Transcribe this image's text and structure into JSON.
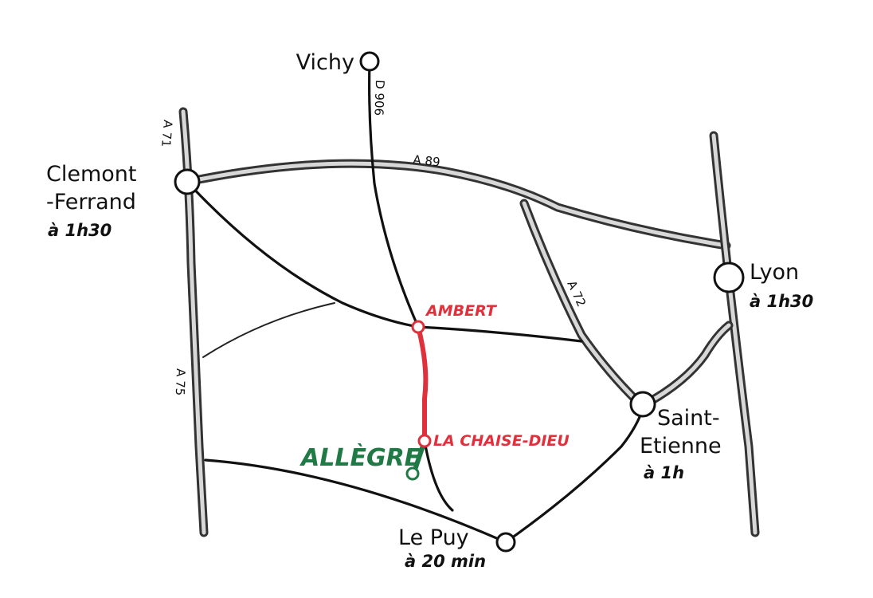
{
  "map": {
    "cities": {
      "vichy": {
        "name": "Vichy"
      },
      "clermont": {
        "name_line1": "Clemont",
        "name_line2": "-Ferrand",
        "time": "à 1h30"
      },
      "lyon": {
        "name": "Lyon",
        "time": "à 1h30"
      },
      "saint_etienne": {
        "name_line1": "Saint-",
        "name_line2": "Etienne",
        "time": "à 1h"
      },
      "le_puy": {
        "name": "Le Puy",
        "time": "à 20 min"
      }
    },
    "towns": {
      "ambert": "AMBERT",
      "la_chaise_dieu": "LA CHAISE-DIEU",
      "allegre": "ALLÈGRE"
    },
    "roads": {
      "a71": "A 71",
      "a75": "A 75",
      "a89": "A 89",
      "a72": "A 72",
      "d906": "D 906"
    },
    "colors": {
      "highlight_route": "#e0303c",
      "home": "#1f7a45",
      "road": "#111111",
      "highway_fill": "#d8d8d8"
    }
  }
}
